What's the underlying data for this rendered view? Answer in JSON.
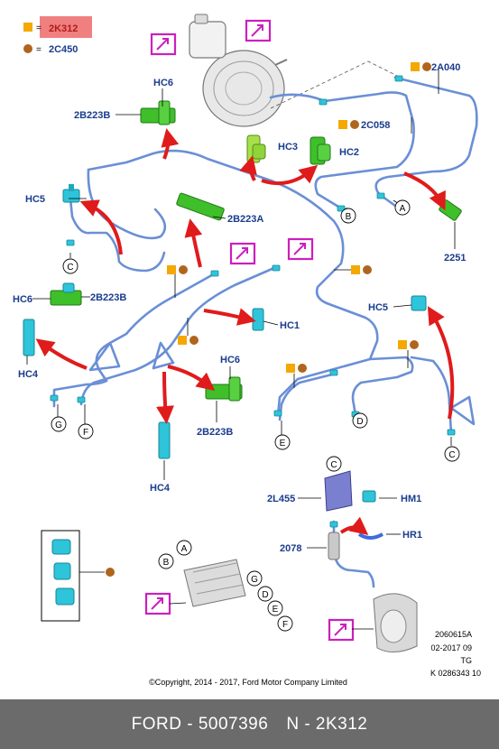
{
  "legend": {
    "square_code": "2K312",
    "circle_code": "2C450",
    "eq": "="
  },
  "labels": {
    "hc6_top": "HC6",
    "b2b223b_top": "2B223B",
    "hc3": "HC3",
    "hc2": "HC2",
    "a2a040": "2A040",
    "c2c058": "2C058",
    "hc5_left": "HC5",
    "b2b223a": "2B223A",
    "p2251": "2251",
    "hc6_left": "HC6",
    "b2b223b_left": "2B223B",
    "hc4_left": "HC4",
    "hc1": "HC1",
    "hc5_right": "HC5",
    "hc6_mid": "HC6",
    "b2b223b_mid": "2B223B",
    "hc4_mid": "HC4",
    "l2455": "2L455",
    "hm1": "HM1",
    "n2078": "2078",
    "hr1": "HR1"
  },
  "circle_letters": {
    "a": "A",
    "b": "B",
    "c": "C",
    "d": "D",
    "e": "E",
    "f": "F",
    "g": "G"
  },
  "meta": {
    "code1": "2060615A",
    "code2": "02-2017 09",
    "code3": "TG",
    "code4": "K 0286343 10",
    "copyright": "©Copyright, 2014 - 2017, Ford Motor Company Limited"
  },
  "footer": {
    "brand_part": "FORD - 5007396",
    "n_code": "N - 2K312"
  },
  "colors": {
    "square": "#f5a800",
    "circle": "#b0651e",
    "pipe": "#6a8fd6",
    "arrow": "#e01b1b",
    "magenta": "#cc1fbe",
    "green": "#3fbf2a",
    "cyan": "#2ec4d9",
    "label": "#1a3c8c",
    "highlight": "#f08080"
  }
}
